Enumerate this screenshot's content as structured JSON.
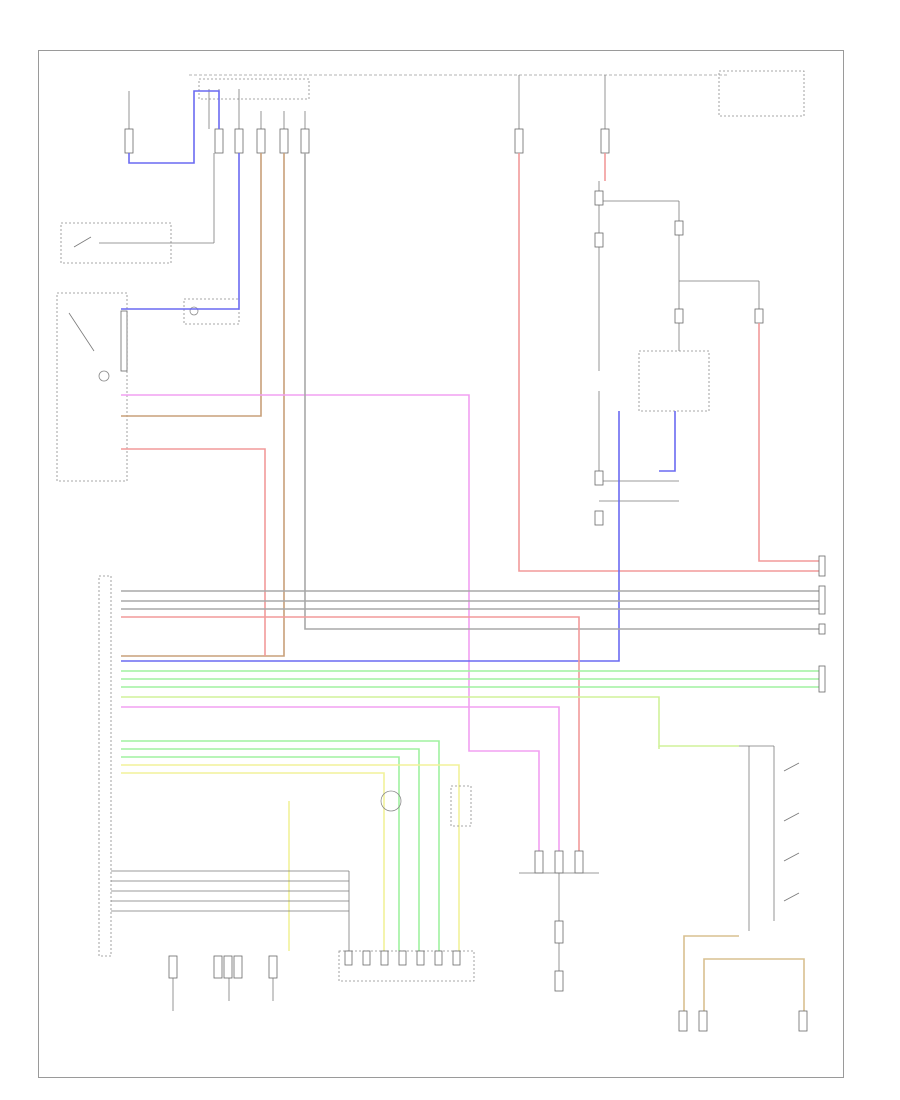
{
  "diagram": {
    "footer_code": "",
    "colors": {
      "blue": "#6a6af2",
      "red": "#f29a9a",
      "brown": "#c8a07a",
      "pink": "#f2a0f2",
      "green": "#a0f2a0",
      "yellow": "#f2f29a",
      "gray": "#a8a8a8",
      "tan": "#d8c090",
      "black": "#6a6a6a"
    },
    "components": [
      {
        "id": "fuse-block-top-left",
        "label": ""
      },
      {
        "id": "fuse-block-top-center",
        "label": ""
      },
      {
        "id": "fuse-block-top-right",
        "label": ""
      },
      {
        "id": "ignition-switch",
        "label": ""
      },
      {
        "id": "combination-meter",
        "label": ""
      },
      {
        "id": "brake-light-switch",
        "label": ""
      },
      {
        "id": "stop-lamp-switch",
        "label": ""
      },
      {
        "id": "transmission-control-module",
        "label": ""
      },
      {
        "id": "park-neutral-position-switch",
        "label": ""
      },
      {
        "id": "shift-lock-solenoid",
        "label": ""
      },
      {
        "id": "overdrive-switch",
        "label": ""
      },
      {
        "id": "vehicle-speed-sensor",
        "label": ""
      },
      {
        "id": "ground-points",
        "label": ""
      }
    ]
  }
}
